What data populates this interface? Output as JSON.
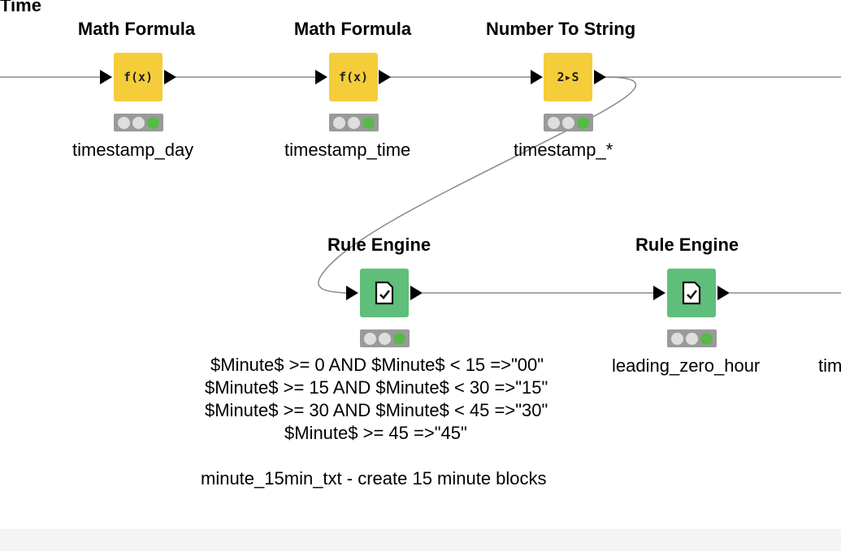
{
  "top_left_label": "Time",
  "nodes": [
    {
      "title": "Math Formula",
      "icon": "f(x)",
      "color": "#f5cd3a",
      "label": "timestamp_day",
      "status": [
        "idle",
        "idle",
        "executed"
      ]
    },
    {
      "title": "Math Formula",
      "icon": "f(x)",
      "color": "#f5cd3a",
      "label": "timestamp_time",
      "status": [
        "idle",
        "idle",
        "executed"
      ]
    },
    {
      "title": "Number To String",
      "icon": "2▸S",
      "color": "#f5cd3a",
      "label": "timestamp_*",
      "status": [
        "idle",
        "idle",
        "executed"
      ]
    },
    {
      "title": "Rule Engine",
      "icon": "✓",
      "color": "#5fbf7a",
      "label": "",
      "status": [
        "idle",
        "idle",
        "executed"
      ]
    },
    {
      "title": "Rule Engine",
      "icon": "✓",
      "color": "#5fbf7a",
      "label": "leading_zero_hour",
      "status": [
        "idle",
        "idle",
        "executed"
      ]
    }
  ],
  "rule_annotation": {
    "lines": [
      "$Minute$ >= 0 AND $Minute$ < 15 =>\"00\"",
      "$Minute$ >= 15 AND $Minute$ < 30 =>\"15\"",
      "$Minute$ >= 30 AND $Minute$ < 45 =>\"30\"",
      "$Minute$ >= 45  =>\"45\"",
      "",
      "minute_15min_txt - create 15 minute blocks"
    ]
  },
  "right_edge_label": "timestamp",
  "colors": {
    "connection": "#8a8a8a",
    "math_node": "#f5cd3a",
    "rule_node": "#5fbf7a",
    "status_ok": "#58b948"
  }
}
